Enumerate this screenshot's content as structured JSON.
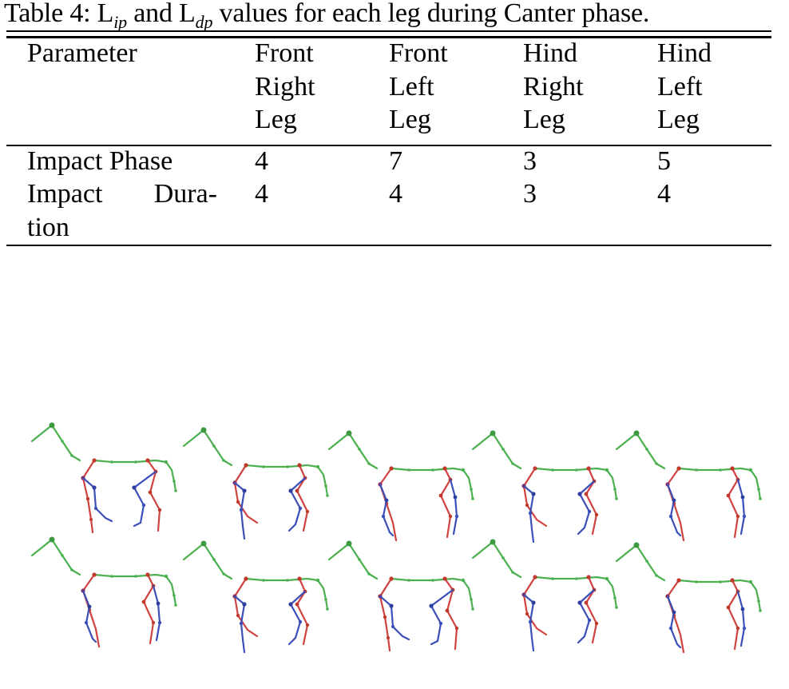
{
  "caption": {
    "prefix": "Table 4: L",
    "sub1": "ip",
    "mid": " and L",
    "sub2": "dp",
    "suffix": " values for each leg during Canter phase."
  },
  "table": {
    "columns": [
      {
        "lines": [
          "Parameter"
        ]
      },
      {
        "lines": [
          "Front",
          "Right",
          "Leg"
        ]
      },
      {
        "lines": [
          "Front",
          "Left",
          "Leg"
        ]
      },
      {
        "lines": [
          "Hind",
          "Right",
          "Leg"
        ]
      },
      {
        "lines": [
          "Hind",
          "Left",
          "Leg"
        ]
      }
    ],
    "rows": [
      {
        "label": "Impact Phase",
        "values": [
          "4",
          "7",
          "3",
          "5"
        ]
      },
      {
        "label_part1": "Impact",
        "label_part2": "Dura-",
        "label_part3": "tion",
        "values": [
          "4",
          "4",
          "3",
          "4"
        ]
      }
    ]
  },
  "figure": {
    "description": "Horse skeleton poses during canter, 2 rows x 5 frames",
    "colors": {
      "body": "#4caf50",
      "left_legs": "#3b4fb8",
      "right_legs": "#d0423f"
    },
    "rows": 2,
    "cols": 5
  }
}
